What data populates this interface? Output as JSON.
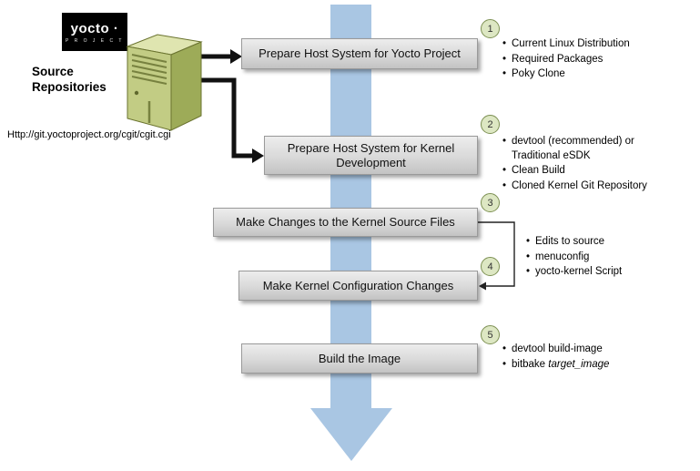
{
  "header": {
    "logo_text": "yocto ·",
    "logo_sub": "P R O J E C T",
    "source_label": "Source\nRepositories",
    "url": "Http://git.yoctoproject.org/cgit/cgit.cgi"
  },
  "steps": [
    {
      "num": "1",
      "label": "Prepare Host System for Yocto Project",
      "bullets": [
        "Current Linux Distribution",
        "Required Packages",
        "Poky Clone"
      ]
    },
    {
      "num": "2",
      "label": "Prepare Host System for Kernel Development",
      "bullets": [
        "devtool (recommended) or Traditional eSDK",
        "Clean Build",
        "Cloned Kernel Git Repository"
      ]
    },
    {
      "num": "3",
      "label": "Make Changes to the Kernel Source Files",
      "bullets": []
    },
    {
      "num": "4",
      "label": "Make Kernel Configuration Changes",
      "bullets": []
    },
    {
      "num": "5",
      "label": "Build the Image",
      "bullets": [
        "devtool build-image"
      ],
      "bitbake_prefix": "bitbake ",
      "bitbake_italic": "target_image"
    }
  ],
  "shared_bullets_steps_3_4": [
    "Edits to source",
    "menuconfig",
    "yocto-kernel Script"
  ],
  "colors": {
    "flow_arrow": "#a9c6e3",
    "box_fill": "#d9d9d9",
    "circle_fill": "#dde7c3",
    "circle_border": "#7d9053",
    "server_front": "#c2cc84",
    "server_side": "#9dab58",
    "server_top": "#dfe5b0",
    "connector": "#111111"
  }
}
